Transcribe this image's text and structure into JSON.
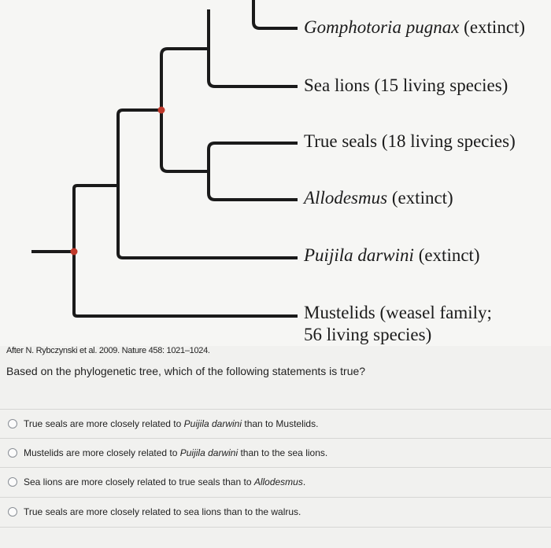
{
  "tree": {
    "taxa": [
      {
        "name": "Gomphotoria pugnax",
        "suffix": " (extinct)",
        "italic": true
      },
      {
        "name": "Sea lions (15 living species)",
        "suffix": "",
        "italic": false
      },
      {
        "name": "True seals (18 living species)",
        "suffix": "",
        "italic": false
      },
      {
        "name": "Allodesmus",
        "suffix": " (extinct)",
        "italic": true
      },
      {
        "name": "Puijila darwini",
        "suffix": " (extinct)",
        "italic": true
      },
      {
        "name": "Mustelids (weasel family;",
        "line2": "56 living species)",
        "italic": false
      }
    ],
    "branch_color": "#1a1a1a",
    "node_color": "#c0392b"
  },
  "citation": "After N. Rybczynski et al. 2009. Nature 458: 1021–1024.",
  "question": "Based on the phylogenetic tree, which of the following statements is true?",
  "options": [
    {
      "pre": "True seals are more closely related to ",
      "italic": "Puijila darwini",
      "post": " than to Mustelids."
    },
    {
      "pre": "Mustelids are more closely related to ",
      "italic": "Puijila darwini",
      "post": " than to the sea lions."
    },
    {
      "pre": "Sea lions are more closely related to true seals than to ",
      "italic": "Allodesmus",
      "post": "."
    },
    {
      "pre": "True seals are more closely related to sea lions than to the walrus.",
      "italic": "",
      "post": ""
    }
  ]
}
